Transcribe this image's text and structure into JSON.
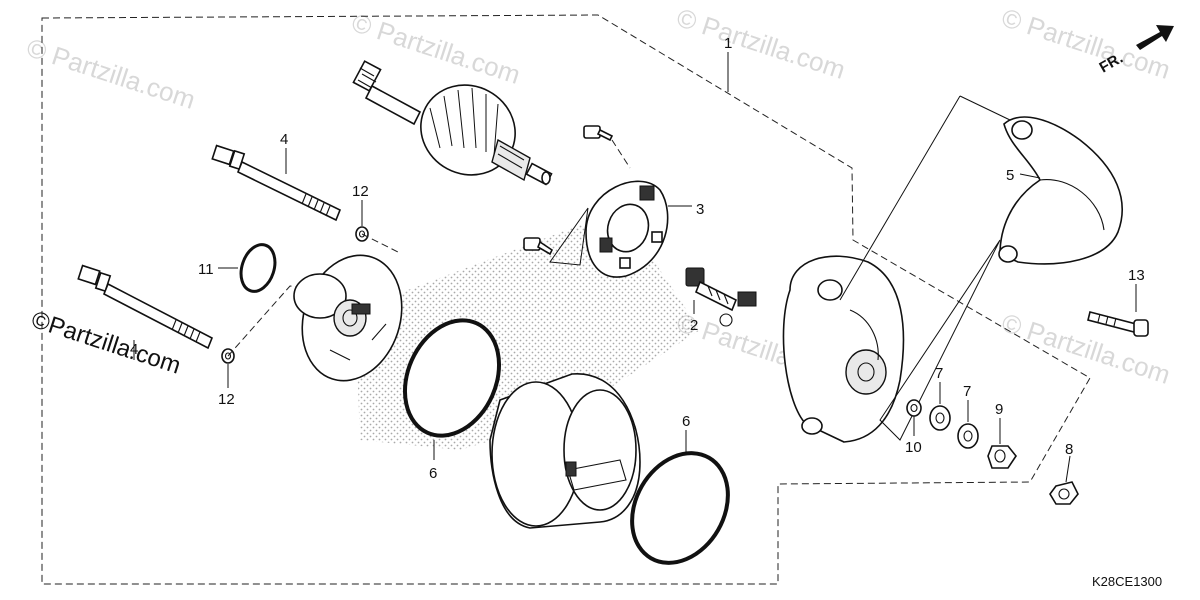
{
  "diagram": {
    "code": "K28CE1300",
    "direction_label": "FR.",
    "brand_label": "©Partzilla.com",
    "watermark": "© Partzilla.com",
    "callouts": {
      "p1": "1",
      "p2": "2",
      "p3": "3",
      "p4a": "4",
      "p4b": "4",
      "p5": "5",
      "p6a": "6",
      "p6b": "6",
      "p7a": "7",
      "p7b": "7",
      "p8": "8",
      "p9": "9",
      "p10": "10",
      "p11": "11",
      "p12a": "12",
      "p12b": "12",
      "p13": "13"
    }
  }
}
